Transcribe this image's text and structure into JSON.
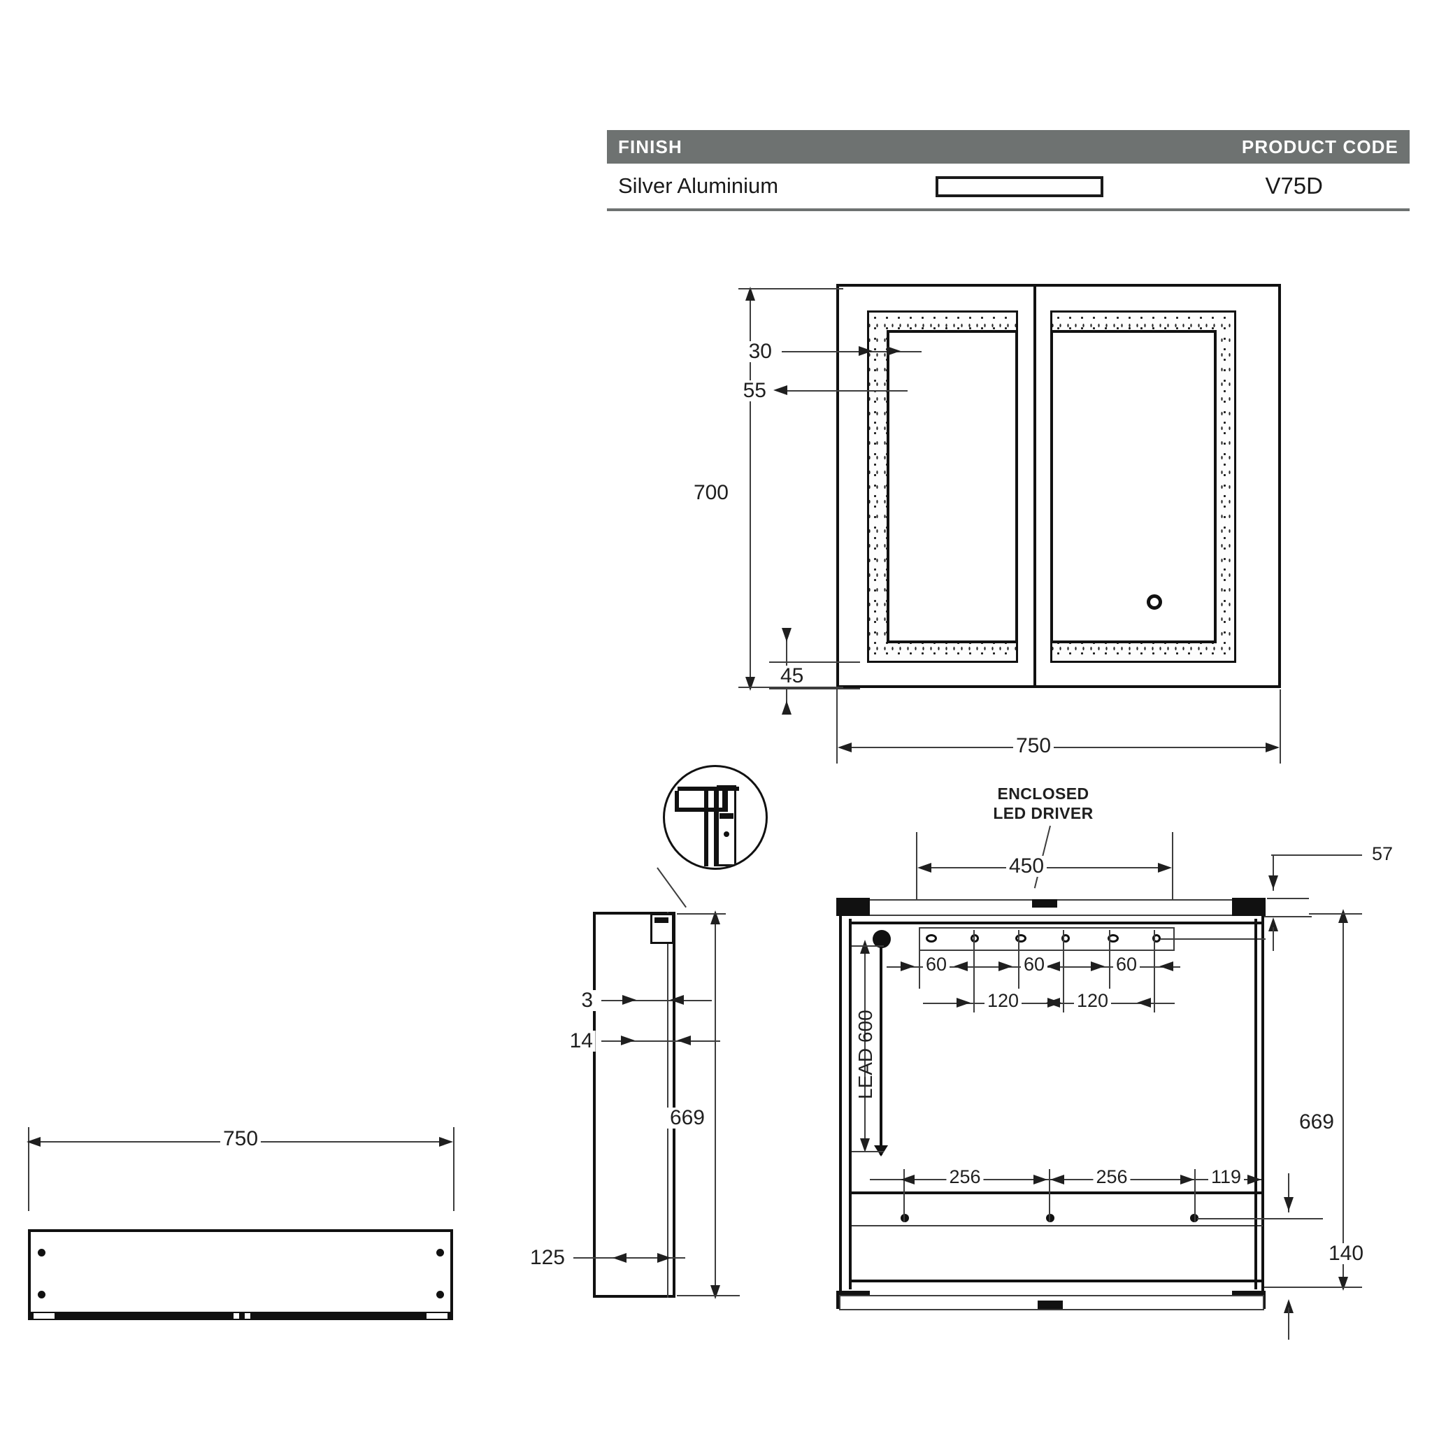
{
  "spec": {
    "header_finish": "FINISH",
    "header_code": "PRODUCT CODE",
    "finish_value": "Silver Aluminium",
    "product_code": "V75D",
    "swatch_name": "silver-aluminium-swatch"
  },
  "front_view": {
    "name": "front-elevation",
    "dims": {
      "top_inset": "30",
      "led_band": "55",
      "height": "700",
      "bottom_inset": "45",
      "width": "750"
    }
  },
  "top_view": {
    "name": "top-plan-view",
    "dims": {
      "width": "750"
    }
  },
  "side_view": {
    "name": "side-section-view",
    "dims": {
      "mirror_thickness": "3",
      "door_thickness": "14",
      "height": "669",
      "depth": "125"
    }
  },
  "rear_view": {
    "name": "rear-internal-view",
    "callout": "ENCLOSED\nLED DRIVER",
    "lead_label": "LEAD 600",
    "dims": {
      "driver_span": "450",
      "hole_a": "60",
      "hole_b": "60",
      "hole_c": "60",
      "pitch_a": "120",
      "pitch_b": "120",
      "shelf_a": "256",
      "shelf_b": "256",
      "shelf_c": "119",
      "top_offset": "57",
      "body_height": "669",
      "base_height": "140"
    }
  },
  "colors": {
    "header_bar": "#6e7271",
    "line": "#111111",
    "thin_line": "#3d3d3d",
    "text": "#1f1f1f"
  }
}
